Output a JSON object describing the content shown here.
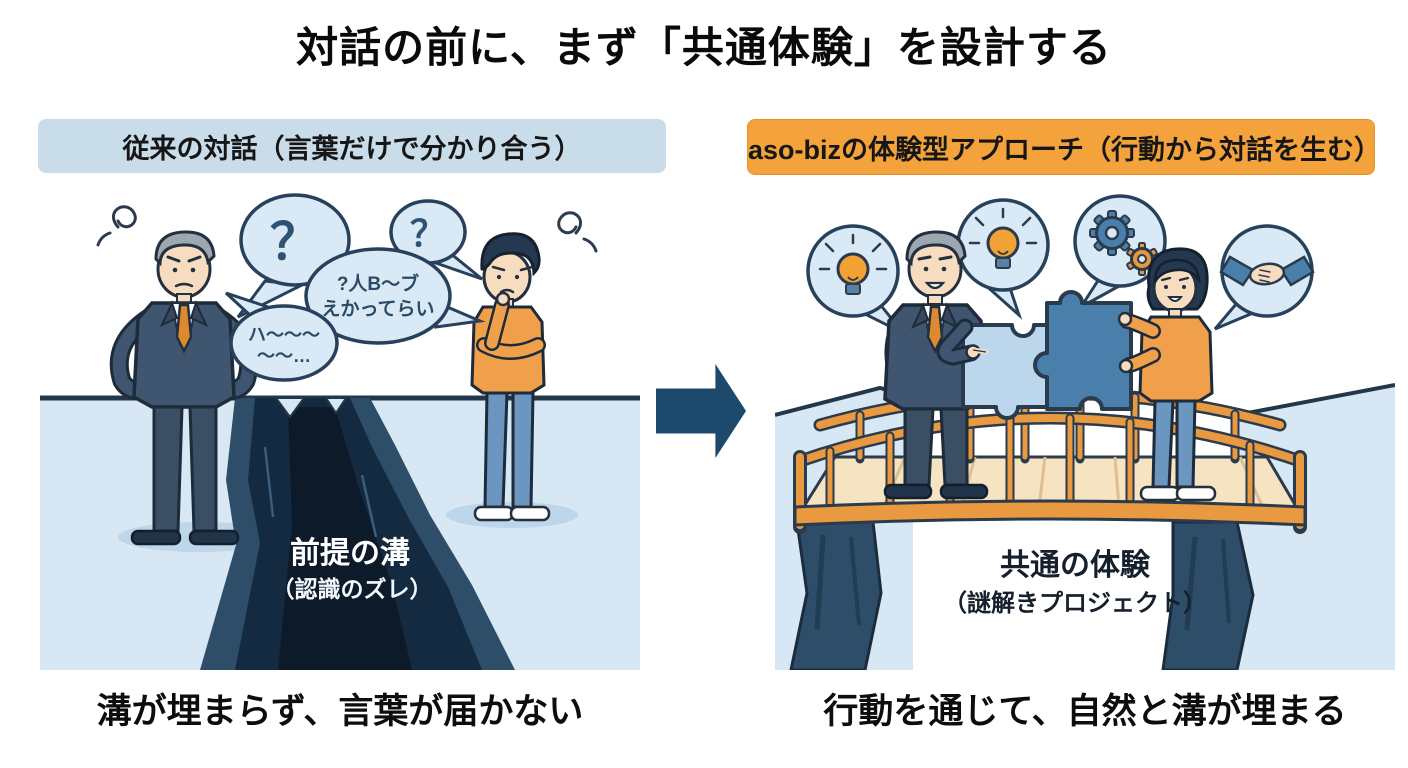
{
  "title": "対話の前に、まず「共通体験」を設計する",
  "left_panel": {
    "header": "従来の対話（言葉だけで分かり合う）",
    "question_large": "？",
    "question_small": "？",
    "garbled_line1": "?人B〜ブ",
    "garbled_line2": "えかってらい",
    "mumble_line1": "ハ〜〜〜",
    "mumble_line2": "〜〜…",
    "gap_label_line1": "前提の溝",
    "gap_label_line2": "（認識のズレ）",
    "caption": "溝が埋まらず、言葉が届かない"
  },
  "right_panel": {
    "header": "aso-bizの体験型アプローチ（行動から対話を生む）",
    "bubble_icons": [
      "lightbulb",
      "lightbulb",
      "gears",
      "handshake"
    ],
    "bridge_label_line1": "共通の体験",
    "bridge_label_line2": "（謎解きプロジェクト）",
    "caption": "行動を通じて、自然と溝が埋まる"
  },
  "colors": {
    "left_header_bg": "#c9dcea",
    "right_header_bg": "#f4a33c",
    "arrow": "#1d4a6c",
    "ground": "#d7e7f3",
    "chasm_dark": "#142a40",
    "chasm_rim": "#2e4d68",
    "chasm_core": "#0c1a2a",
    "bubble_fill": "#d9e9f5",
    "bubble_stroke": "#27415c",
    "bridge_orange": "#e9993f",
    "deck_wood": "#f5e3c2",
    "suit": "#3f5570",
    "sweater_orange": "#f0a04a",
    "jeans": "#6a96c0",
    "puzzle_light": "#bcd7ec",
    "puzzle_dark": "#4a7fab"
  }
}
